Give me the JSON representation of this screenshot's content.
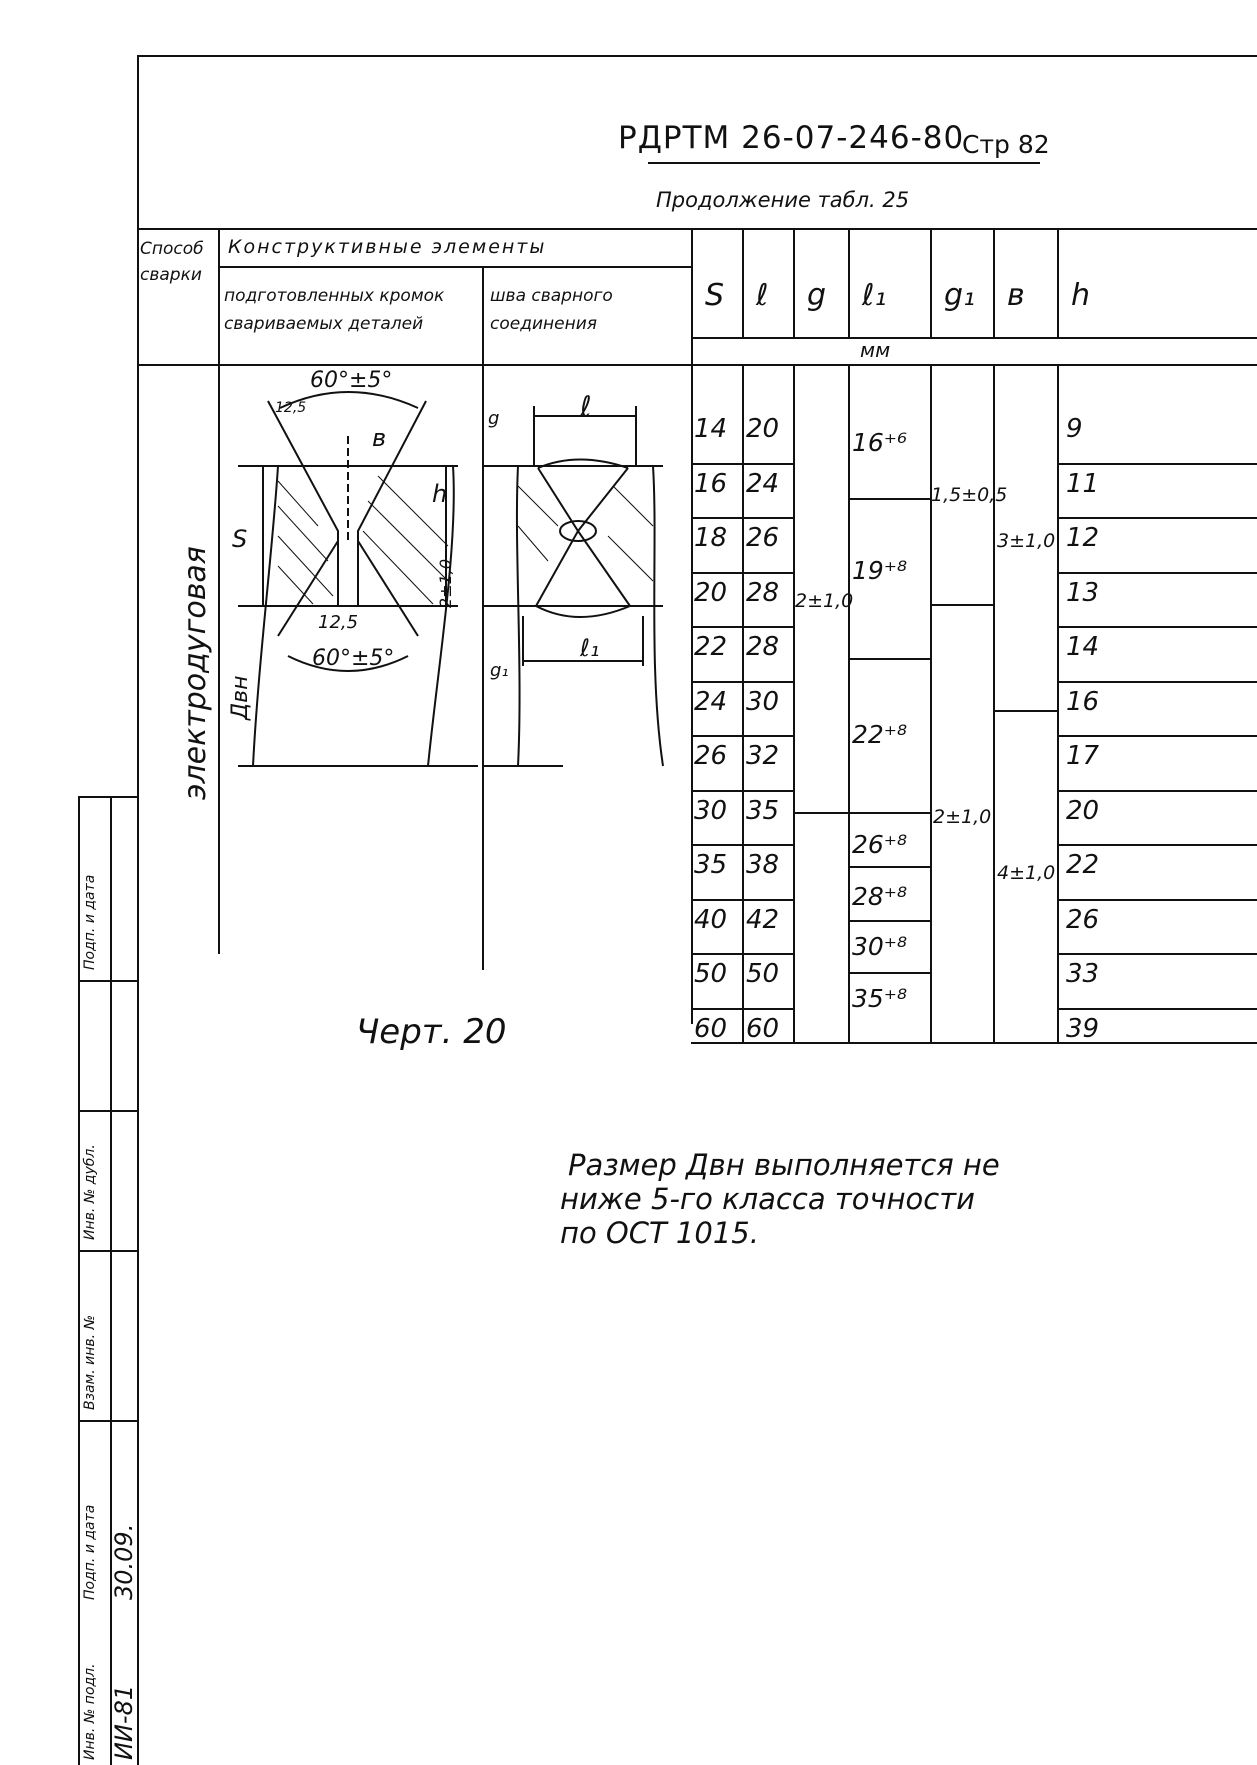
{
  "header": {
    "doc_code": "РДРТМ 26-07-246-80",
    "page_label": "Стр 82",
    "subtitle": "Продолжение табл. 25"
  },
  "table_header": {
    "method_col": "Способ сварки",
    "constructive_elements": "Конструктивные элементы",
    "prepared_edges": "подготовленных кромок свариваемых деталей",
    "weld_seam": "шва сварного соединения",
    "columns": [
      "S",
      "ℓ",
      "g",
      "ℓ₁",
      "g₁",
      "в",
      "h"
    ],
    "units": "мм"
  },
  "method_value": "электродуговая",
  "rows": [
    {
      "s": "14",
      "l": "20",
      "h": "9"
    },
    {
      "s": "16",
      "l": "24",
      "h": "11"
    },
    {
      "s": "18",
      "l": "26",
      "h": "12"
    },
    {
      "s": "20",
      "l": "28",
      "h": "13"
    },
    {
      "s": "22",
      "l": "28",
      "h": "14"
    },
    {
      "s": "24",
      "l": "30",
      "h": "16"
    },
    {
      "s": "26",
      "l": "32",
      "h": "17"
    },
    {
      "s": "30",
      "l": "35",
      "h": "20"
    },
    {
      "s": "35",
      "l": "38",
      "h": "22"
    },
    {
      "s": "40",
      "l": "42",
      "h": "26"
    },
    {
      "s": "50",
      "l": "50",
      "h": "33"
    },
    {
      "s": "60",
      "l": "60",
      "h": "39"
    }
  ],
  "merged": {
    "g": "2±1,0",
    "l1_a": "16⁺⁶",
    "l1_b": "19⁺⁸",
    "l1_c": "22⁺⁸",
    "l1_d": "26⁺⁸",
    "l1_e": "28⁺⁸",
    "l1_f": "30⁺⁸",
    "l1_g": "35⁺⁸",
    "g1_a": "1,5±0,5",
    "g1_b": "2±1,0",
    "b_a": "3±1,0",
    "b_b": "4±1,0"
  },
  "drawing": {
    "angle_top": "60°±5°",
    "angle_bottom": "60°±5°",
    "radius_top": "12,5",
    "radius_bottom": "12,5",
    "label_b": "в",
    "label_h": "h",
    "label_s": "S",
    "label_dvn": "Двн",
    "label_tol": "2±1,0",
    "label_l": "ℓ",
    "label_l1": "ℓ₁",
    "label_g": "g",
    "label_g1": "g₁"
  },
  "caption": "Черт. 20",
  "note": [
    "Размер Двн выполняется не",
    "ниже 5-го класса точности",
    "по ОСТ 1015."
  ],
  "side_stamp": [
    "Инв. № подл.",
    "Подп. и дата",
    "Взам. инв. №",
    "Инв. № дубл.",
    "Подп. и дата"
  ],
  "side_stamp_values": {
    "inv": "ИИ-81",
    "date": "30.09."
  }
}
